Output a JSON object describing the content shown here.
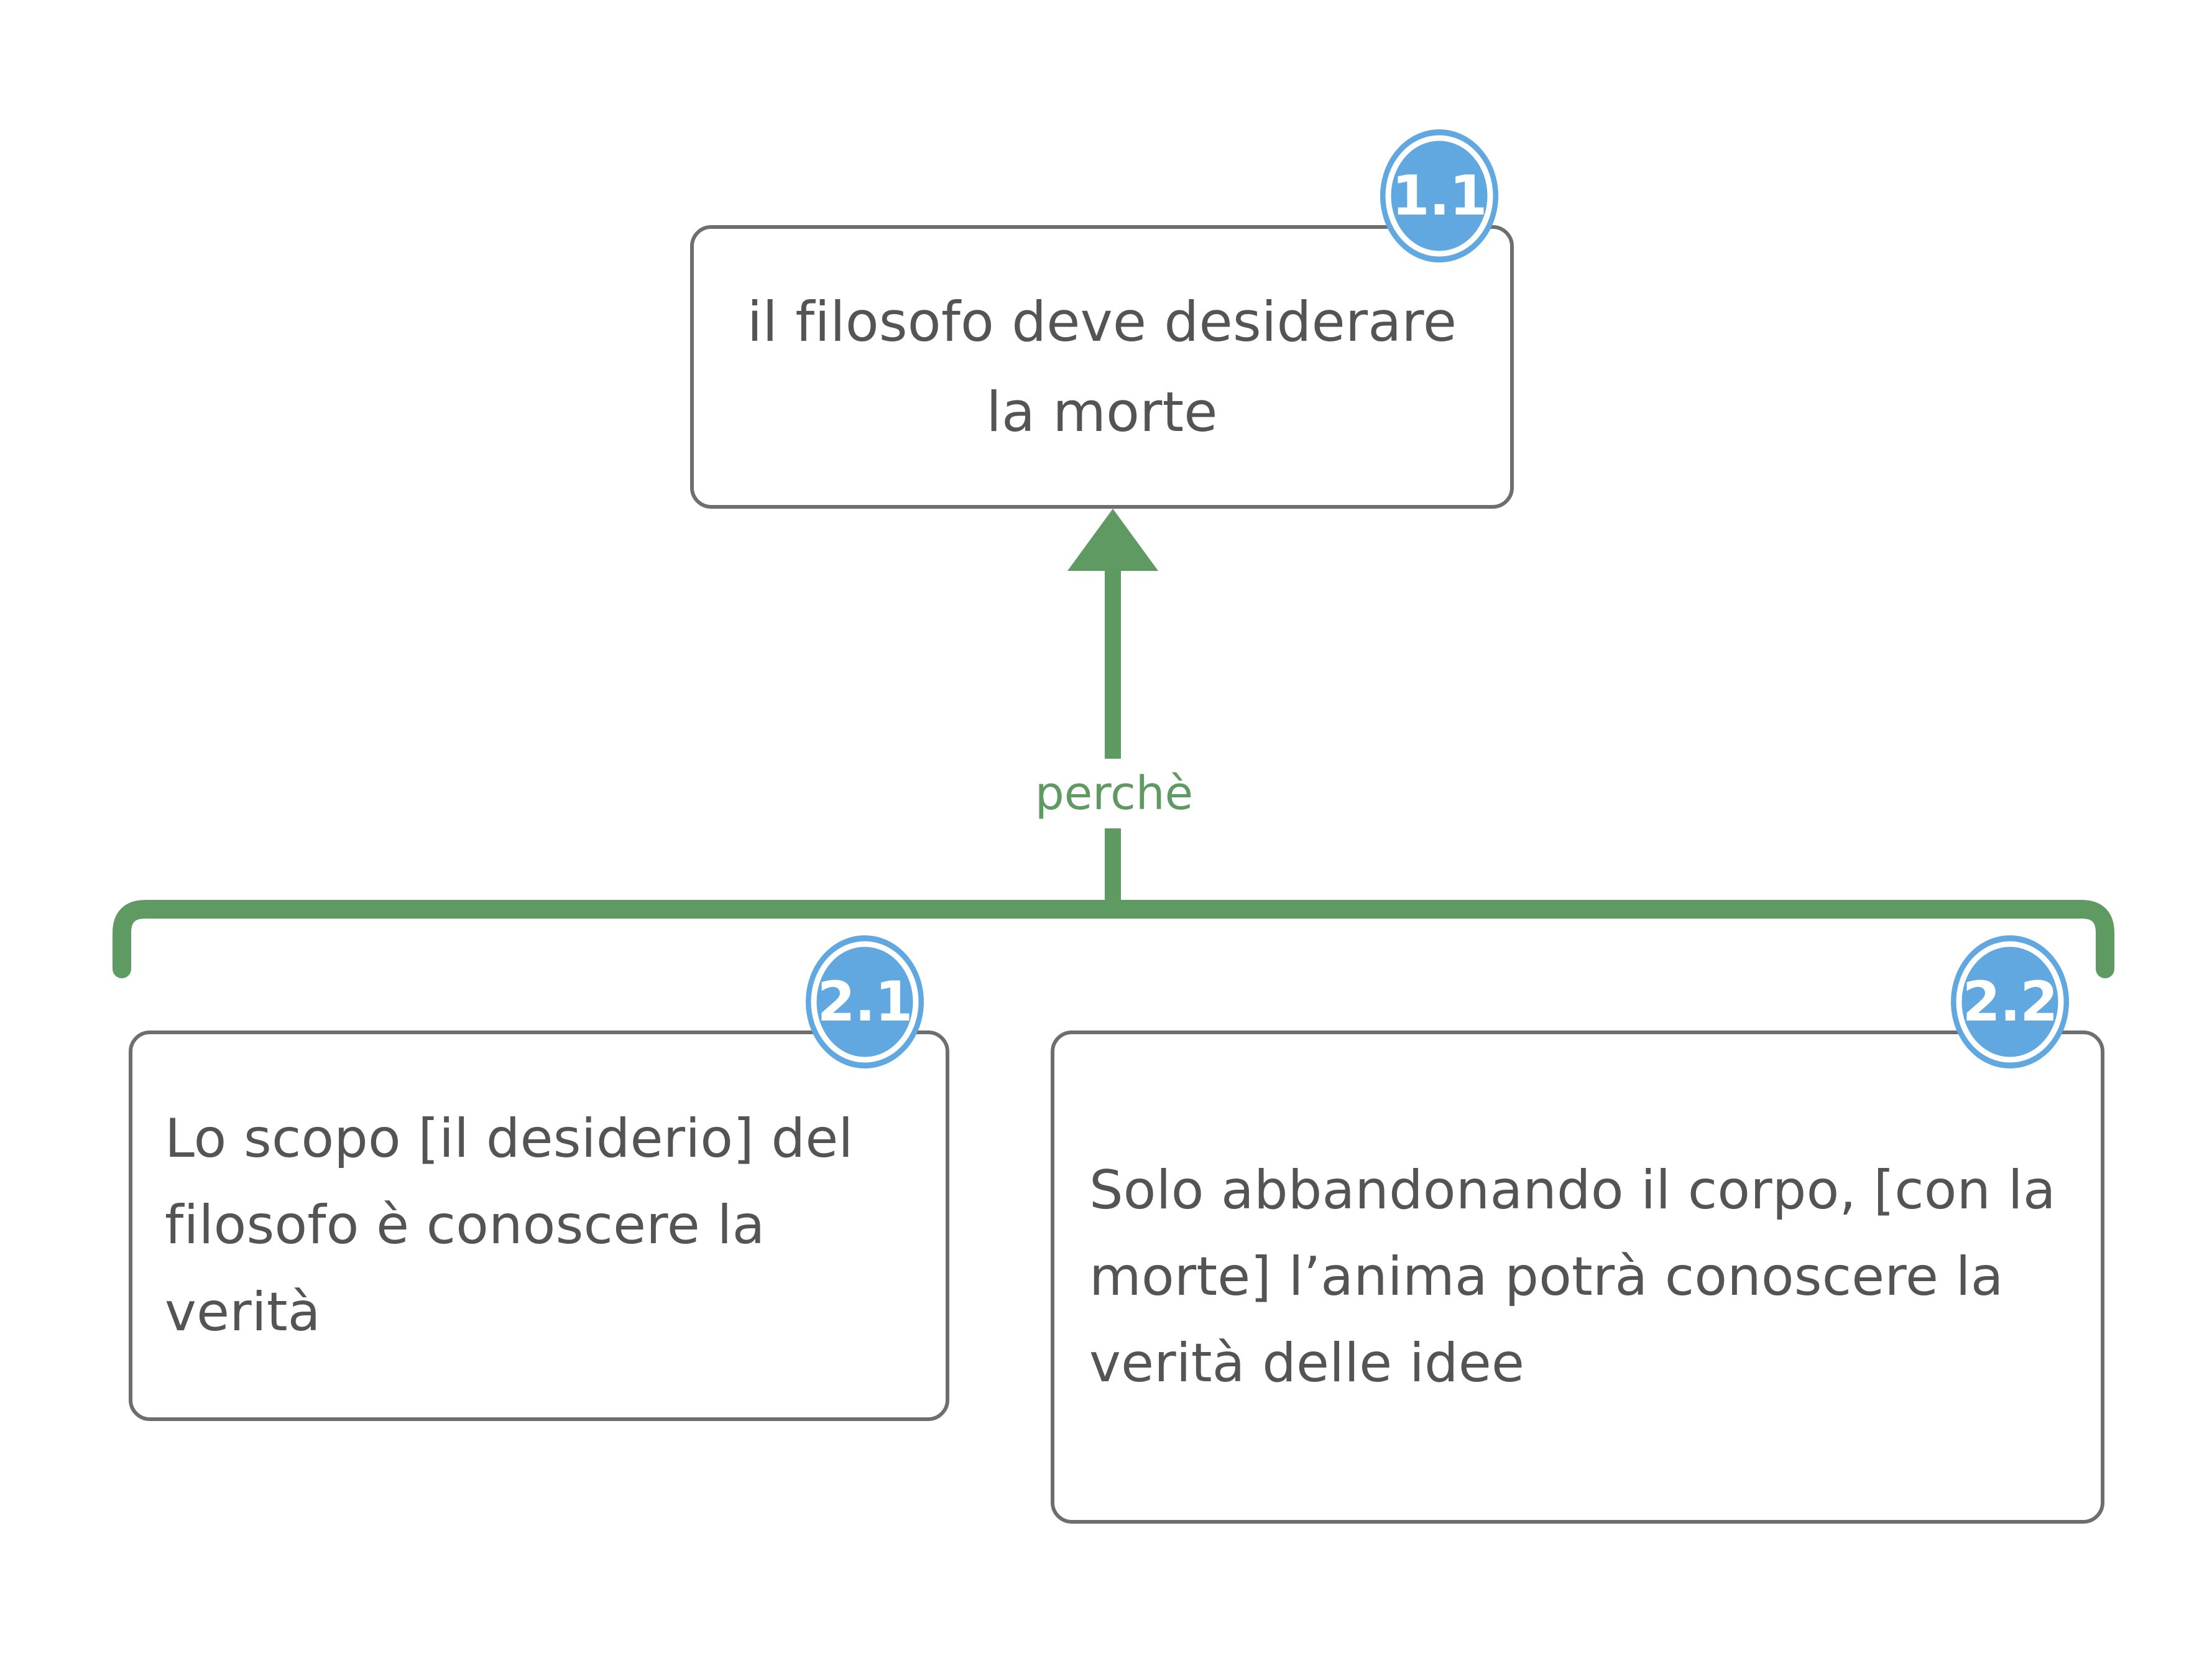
{
  "diagram": {
    "title": "il filosofo deve desiderare la morte",
    "background_color": "#ffffff",
    "node_border_color": "#6e6e6e",
    "node_text_color": "#545454",
    "badge_color": "#62a8e0",
    "connector_color": "#5f9a62"
  },
  "nodes": [
    {
      "id": "1.1",
      "badge": "1.1",
      "text": "il filosofo deve desiderare la morte",
      "align": "center"
    },
    {
      "id": "2.1",
      "badge": "2.1",
      "text": "Lo scopo [il desiderio] del filosofo è conoscere la verità",
      "align": "left"
    },
    {
      "id": "2.2",
      "badge": "2.2",
      "text": "Solo abbandonando il corpo, [con la morte] l’anima potrà conoscere la verità delle idee",
      "align": "left"
    }
  ],
  "edges": [
    {
      "label": "perchè",
      "from": [
        "2.1",
        "2.2"
      ],
      "to": "1.1",
      "color": "#5f9a62",
      "arrow": "up"
    }
  ]
}
